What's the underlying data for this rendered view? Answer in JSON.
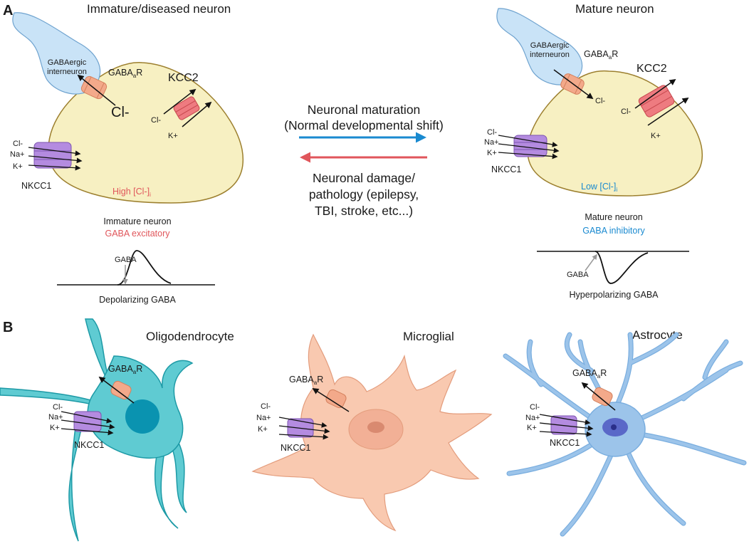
{
  "panel_a": {
    "letter": "A",
    "left": {
      "title": "Immature/diseased neuron",
      "interneuron": [
        "GABAergic",
        "interneuron"
      ],
      "gabaar": {
        "base": "GABA",
        "sub": "a",
        "tail": "R"
      },
      "cl_big": "Cl-",
      "kcc2": "KCC2",
      "kcc2_cl": "Cl-",
      "kcc2_k": "K+",
      "nkcc1_ions": [
        "Cl-",
        "Na+",
        "K+"
      ],
      "nkcc1": "NKCC1",
      "conc": {
        "base": "High [Cl-]",
        "sub": "i"
      },
      "caption": "Immature neuron",
      "effect": "GABA excitatory",
      "trace_gaba": "GABA",
      "trace_label": "Depolarizing GABA"
    },
    "middle": {
      "forward": [
        "Neuronal maturation",
        "(Normal developmental shift)"
      ],
      "reverse": [
        "Neuronal damage/",
        "pathology (epilepsy,",
        "TBI, stroke, etc...)"
      ]
    },
    "right": {
      "title": "Mature neuron",
      "interneuron": [
        "GABAergic",
        "interneuron"
      ],
      "gabaar": {
        "base": "GABA",
        "sub": "a",
        "tail": "R"
      },
      "gabaar_cl": "Cl-",
      "kcc2": "KCC2",
      "kcc2_cl": "Cl-",
      "kcc2_k": "K+",
      "nkcc1_ions": [
        "Cl-",
        "Na+",
        "K+"
      ],
      "nkcc1": "NKCC1",
      "conc": {
        "base": "Low [Cl-]",
        "sub": "i"
      },
      "caption": "Mature neuron",
      "effect": "GABA inhibitory",
      "trace_gaba": "GABA",
      "trace_label": "Hyperpolarizing GABA"
    }
  },
  "panel_b": {
    "letter": "B",
    "cells": [
      {
        "title": "Oligodendrocyte",
        "gabaar": {
          "base": "GABA",
          "sub": "a",
          "tail": "R"
        },
        "ions": [
          "Cl-",
          "Na+",
          "K+"
        ],
        "nkcc1": "NKCC1"
      },
      {
        "title": "Microglial",
        "gabaar": {
          "base": "GABA",
          "sub": "a",
          "tail": "R"
        },
        "ions": [
          "Cl-",
          "Na+",
          "K+"
        ],
        "nkcc1": "NKCC1"
      },
      {
        "title": "Astrocyte",
        "gabaar": {
          "base": "GABA",
          "sub": "a",
          "tail": "R"
        },
        "ions": [
          "Cl-",
          "Na+",
          "K+"
        ],
        "nkcc1": "NKCC1"
      }
    ]
  },
  "colors": {
    "soma": "#f7f0c2",
    "soma_stroke": "#9c7f2e",
    "interneuron": "#c9e3f7",
    "gabaar": "#f3a98a",
    "kcc2": "#ee7b80",
    "nkcc1": "#b48be0",
    "oligo": "#5fcbd2",
    "oligo_nucleus": "#0a93b0",
    "microglia": "#f9c9b0",
    "astrocyte": "#9cc4ea",
    "red_text": "#e0565b",
    "blue_text": "#1a8ad0"
  }
}
